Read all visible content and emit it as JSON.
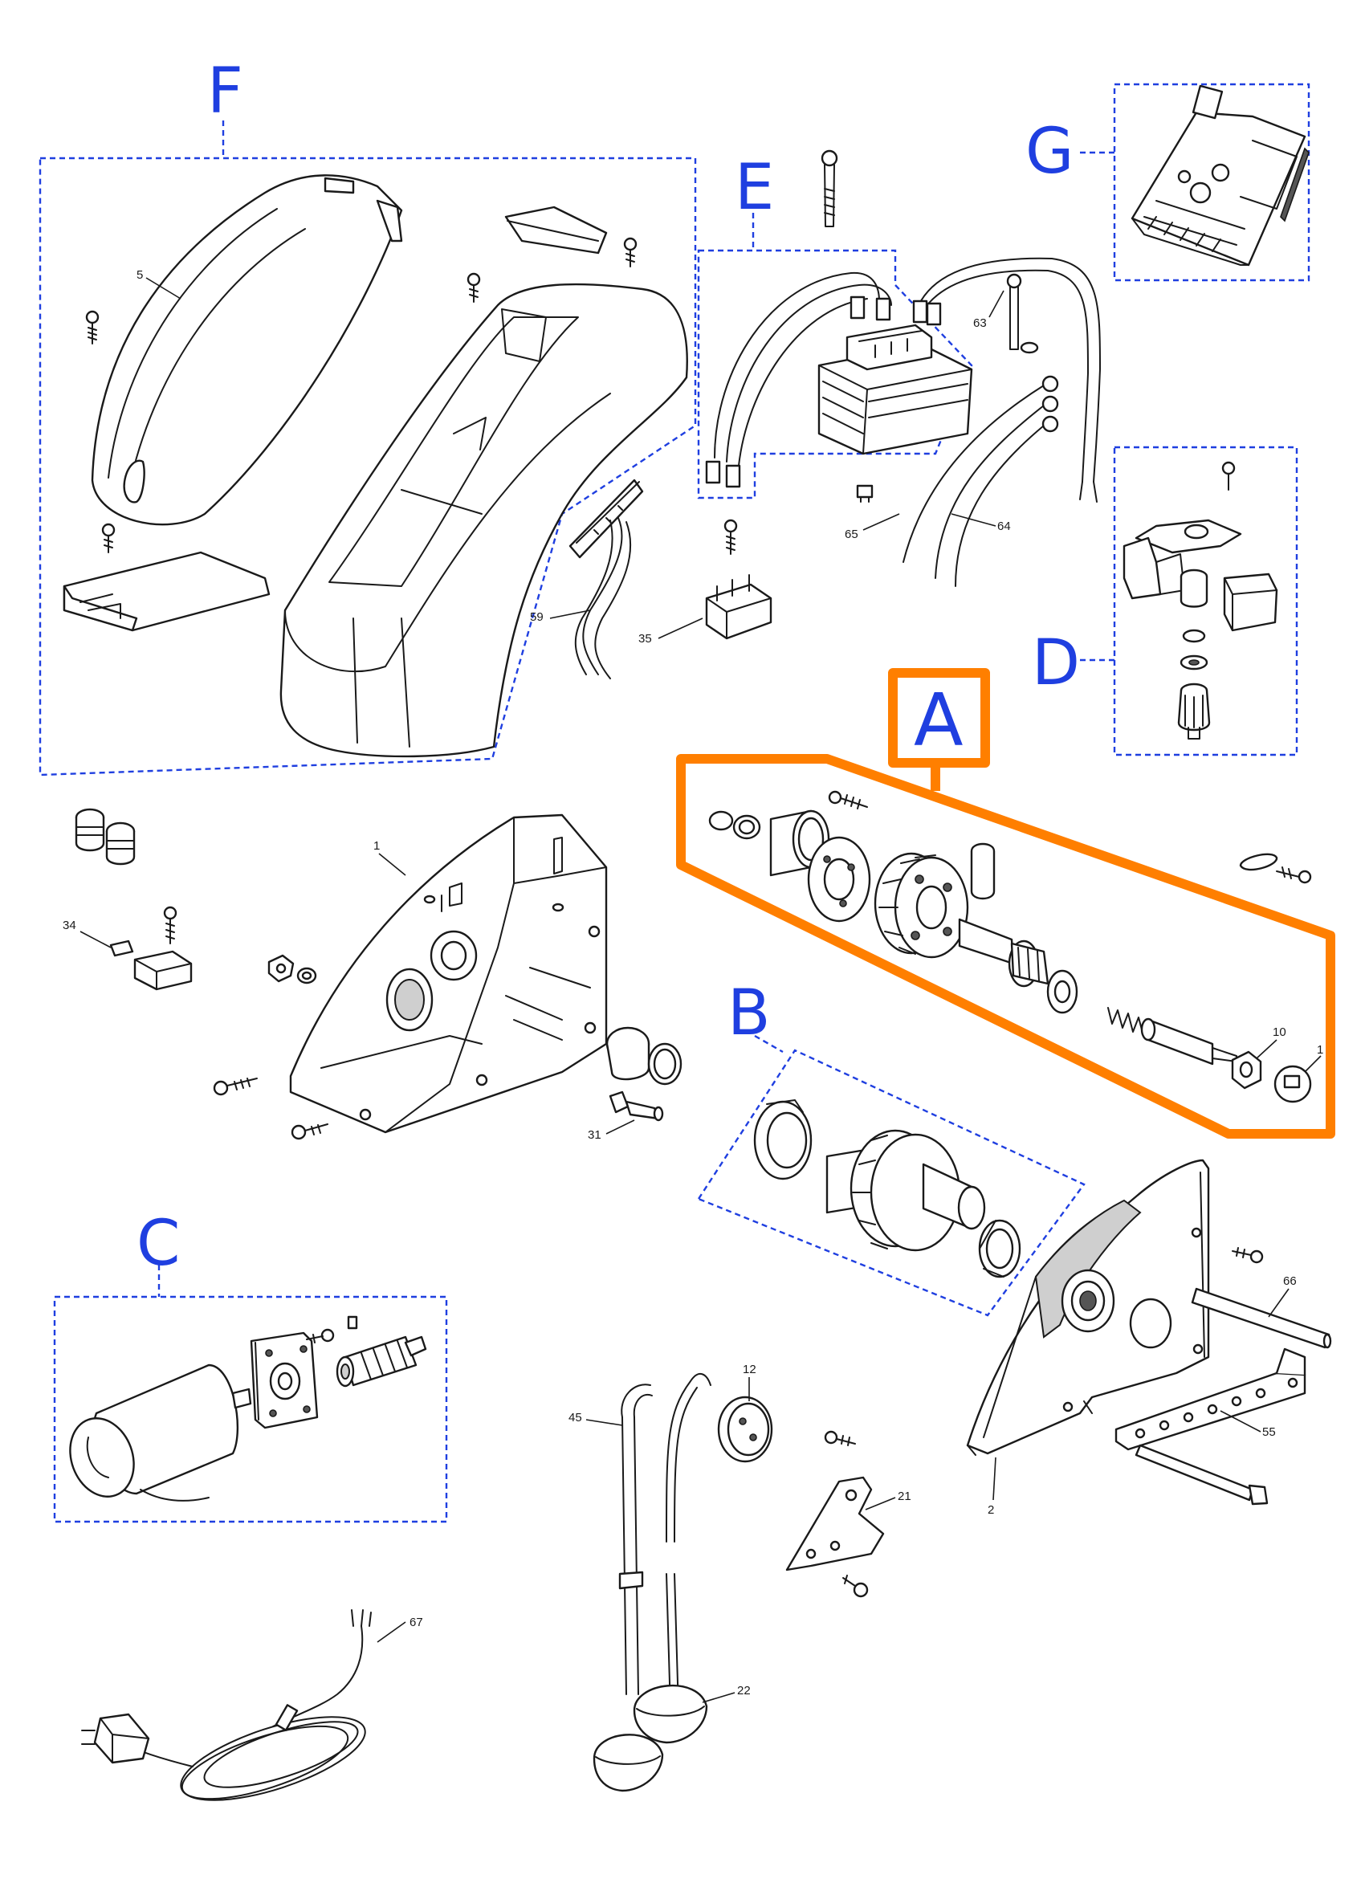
{
  "colors": {
    "group_outline": "#1f3fe0",
    "group_letter": "#1f3fe0",
    "highlight": "#ff7f00",
    "highlight_letter": "#1f3fe0",
    "line_art": "#1a1a1a"
  },
  "groups": {
    "A": "A",
    "B": "B",
    "C": "C",
    "D": "D",
    "E": "E",
    "F": "F",
    "G": "G"
  },
  "callouts": {
    "p1": "1",
    "p1b": "1",
    "p2": "2",
    "p5": "5",
    "p10": "10",
    "p12": "12",
    "p21": "21",
    "p22": "22",
    "p31": "31",
    "p34": "34",
    "p35": "35",
    "p45": "45",
    "p55": "55",
    "p59": "59",
    "p63": "63",
    "p64": "64",
    "p65": "65",
    "p66": "66",
    "p67": "67"
  }
}
